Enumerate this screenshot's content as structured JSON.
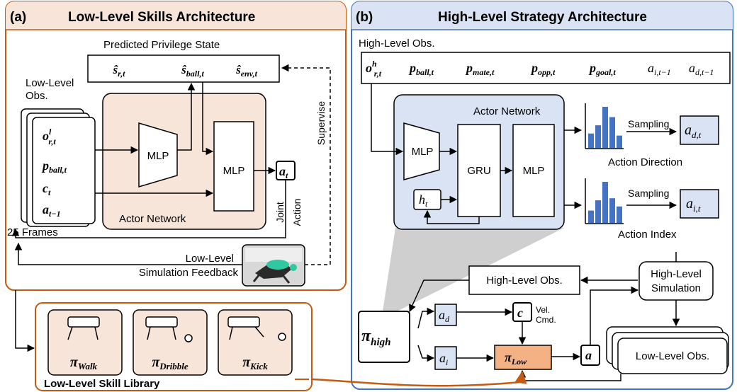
{
  "panel_a": {
    "label": "(a)",
    "title": "Low-Level Skills Architecture",
    "predicted_label": "Predicted Privilege State",
    "state_items": [
      "ŝ_{r,t}",
      "ŝ_{ball,t}",
      "ŝ_{env,t}"
    ],
    "obs_label_1": "Low-Level",
    "obs_label_2": "Obs.",
    "obs_items": [
      "o^l_{r,t}",
      "p_{ball,t}",
      "c_t",
      "a_{t-1}"
    ],
    "frames_label": "25 Frames",
    "mlp1": "MLP",
    "mlp2": "MLP",
    "actor_label": "Actor Network",
    "action_symbol": "a_t",
    "joint_1": "Joint",
    "joint_2": "Action",
    "supervise": "Supervise",
    "feedback_1": "Low-Level",
    "feedback_2": "Simulation Feedback"
  },
  "library": {
    "label": "Low-Level Skill Library",
    "policies": [
      "π_Walk",
      "π_Dribble",
      "π_Kick"
    ]
  },
  "panel_b": {
    "label": "(b)",
    "title": "High-Level Strategy Architecture",
    "obs_label": "High-Level Obs.",
    "obs_items": [
      "o^h_{r,t}",
      "p_{ball,t}",
      "p_{mate,t}",
      "p_{opp,t}",
      "p_{goal,t}",
      "a_{i,t-1}",
      "a_{d,t-1}"
    ],
    "actor_label": "Actor Network",
    "mlp1": "MLP",
    "gru": "GRU",
    "mlp2": "MLP",
    "hidden": "h_t",
    "sampling_1": "Sampling",
    "sampling_2": "Sampling",
    "out_dir": "a_{d,t}",
    "out_idx": "a_{i,t}",
    "dir_label": "Action Direction",
    "idx_label": "Action Index",
    "pi_high": "π_high",
    "a_d": "a_d",
    "a_i": "a_i",
    "c": "c",
    "vel_1": "Vel.",
    "vel_2": "Cmd.",
    "pi_low": "π_Low",
    "a": "a",
    "hl_obs_box": "High-Level Obs.",
    "hl_sim_1": "High-Level",
    "hl_sim_2": "Simulation",
    "ll_obs_box": "Low-Level Obs."
  },
  "colors": {
    "orange_border": "#c55a11",
    "orange_fill": "#f8e5da",
    "blue_border": "#4472c4",
    "blue_fill": "#dae3f3",
    "bar_color": "#4472c4",
    "cell_fill": "#dae3f3",
    "pi_low_fill": "#f4b183"
  },
  "chart_data": [
    {
      "type": "bar",
      "values": [
        0.35,
        0.55,
        1.0,
        0.75,
        0.3
      ]
    },
    {
      "type": "bar",
      "values": [
        0.3,
        0.55,
        1.0,
        0.6,
        0.4
      ]
    }
  ]
}
